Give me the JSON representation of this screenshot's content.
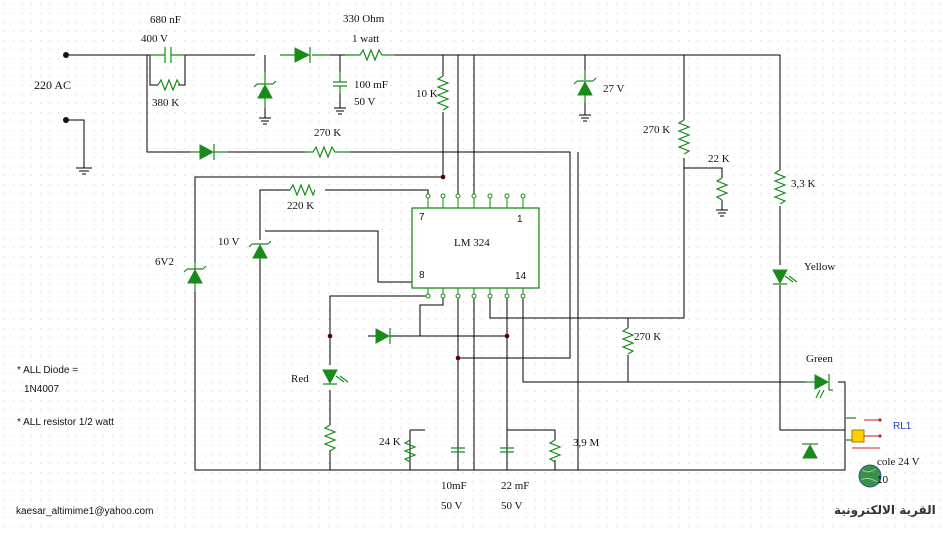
{
  "labels": {
    "cap_680": "680 nF",
    "v400": "400 V",
    "r330": "330 Ohm",
    "watt1": "1 watt",
    "ac": "220 AC",
    "r380": "380 K",
    "c100": "100 mF",
    "v50a": "50 V",
    "r10k": "10 K",
    "z27": "27 V",
    "r270a": "270 K",
    "r270b": "270 K",
    "r22k": "22 K",
    "r220k": "220 K",
    "z10": "10 V",
    "z6v2": "6V2",
    "ic": "LM 324",
    "pin7": "7",
    "pin1": "1",
    "pin8": "8",
    "pin14": "14",
    "r33": "3,3 K",
    "yellow": "Yellow",
    "green": "Green",
    "red": "Red",
    "r270c": "270 K",
    "note1": "* ALL Diode =",
    "note2": "1N4007",
    "note3": "* ALL resistor 1/2 watt",
    "r24": "24 K",
    "r39": "3,9 M",
    "c10": "10mF",
    "v50b": "50 V",
    "c22": "22 mF",
    "v50c": "50 V",
    "rl1": "RL1",
    "coil": "cole 24 V",
    "coil_n": "10",
    "email": "kaesar_altimime1@yahoo.com",
    "logo": "القرية الالكترونية"
  }
}
